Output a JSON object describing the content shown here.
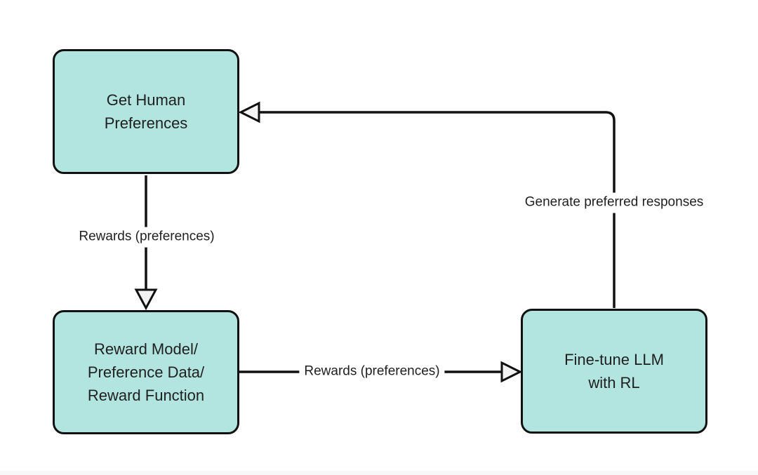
{
  "diagram": {
    "nodes": [
      {
        "id": "get-human-preferences",
        "label": "Get Human\nPreferences"
      },
      {
        "id": "reward-model",
        "label": "Reward Model/\nPreference Data/\nReward Function"
      },
      {
        "id": "fine-tune-llm",
        "label": "Fine-tune LLM\nwith RL"
      }
    ],
    "edges": [
      {
        "from": "get-human-preferences",
        "to": "reward-model",
        "label": "Rewards (preferences)",
        "direction": "down",
        "arrowhead": "hollow-triangle"
      },
      {
        "from": "reward-model",
        "to": "fine-tune-llm",
        "label": "Rewards (preferences)",
        "direction": "right",
        "arrowhead": "hollow-triangle"
      },
      {
        "from": "fine-tune-llm",
        "to": "get-human-preferences",
        "label": "Generate preferred responses",
        "direction": "up-then-left",
        "arrowhead": "hollow-triangle"
      }
    ]
  },
  "colors": {
    "node_fill": "#b2e5e0",
    "node_border": "#111111",
    "edge_stroke": "#111111",
    "arrowhead_fill": "#f2f2f2",
    "background": "#ffffff",
    "text": "#1f1f1f"
  }
}
